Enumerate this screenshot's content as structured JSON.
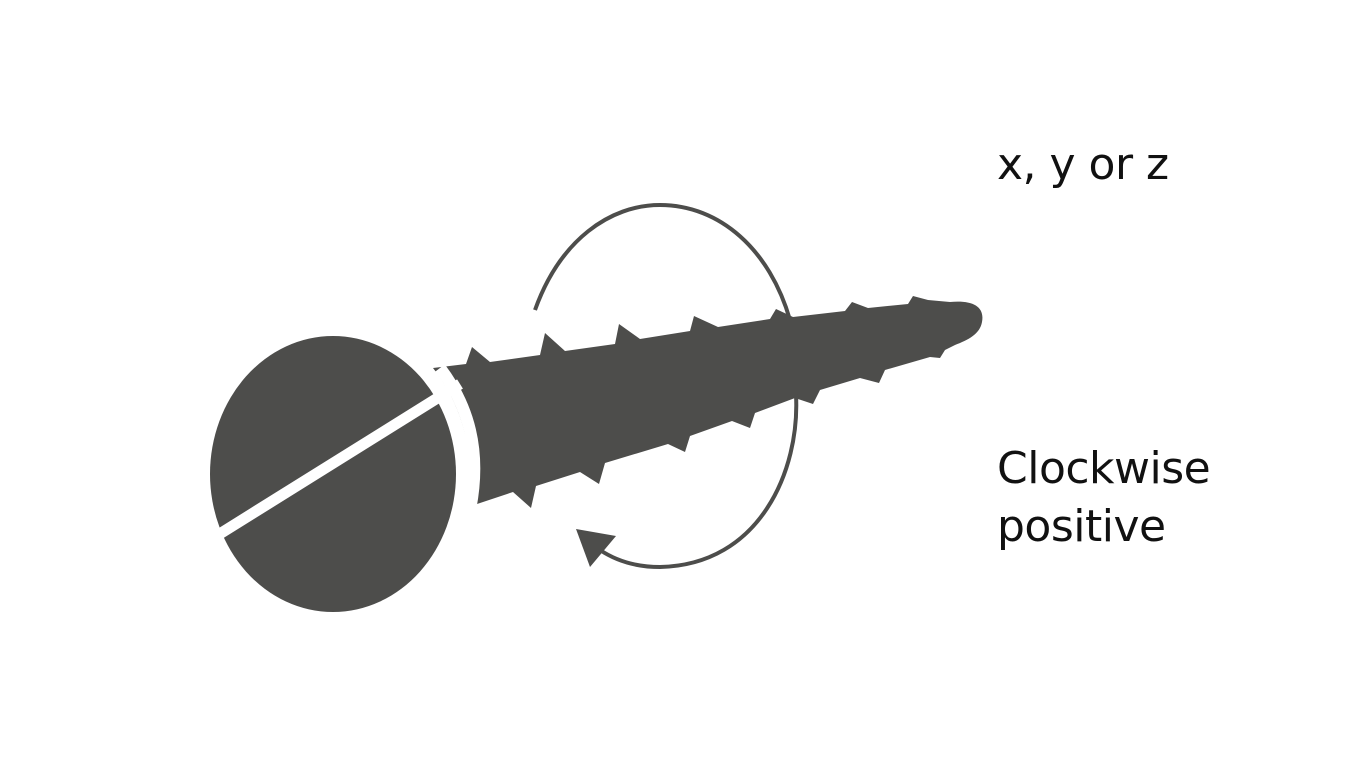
{
  "diagram": {
    "type": "rotation-convention",
    "colors": {
      "shape": "#4d4d4b",
      "background": "#ffffff",
      "text": "#111111"
    },
    "labels": {
      "axis": "x, y or z",
      "rotation_line1": "Clockwise",
      "rotation_line2": "positive"
    },
    "elements": [
      {
        "name": "screw-head",
        "description": "slotted screw head, oval"
      },
      {
        "name": "screw-shaft",
        "description": "threaded tapered shaft pointing right"
      },
      {
        "name": "rotation-arrow",
        "description": "circular arrow around shaft, arrowhead at bottom-left"
      }
    ]
  }
}
